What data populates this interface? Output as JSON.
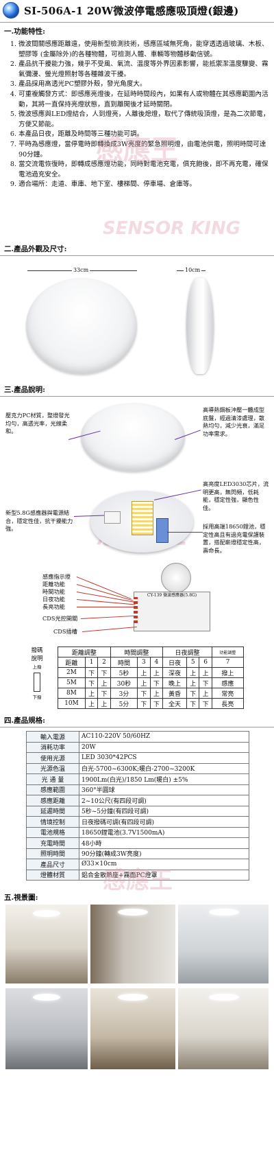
{
  "header": {
    "title": "SI-506A-1 20W微波停電感應吸頂燈(銀邊)"
  },
  "sections": {
    "features": "一.功能特性:",
    "appearance": "二.產品外觀及尺寸:",
    "description": "三.產品說明:",
    "specs": "四.產品規格:",
    "scenes": "五.視景圖:"
  },
  "features": [
    {
      "n": "1.",
      "t": "微波間關感應距離遠，使用新型檢測技術，感應區域無死角，能穿透透過玻璃、木板、塑膠等 (金屬除外)的各種物體，可檢測人體、車輛等物體移動信號。"
    },
    {
      "n": "2.",
      "t": "產品抗干擾能力強，幾乎不受風、氣流、溫度等外界因素影響，能抵禦潔溫度驟變、霧氣彌漫、螢光燈照射等各種雜波干擾。"
    },
    {
      "n": "3.",
      "t": "產品採用高透光PC塑膠外殼，發光角度大。"
    },
    {
      "n": "4.",
      "t": "可重複觸發方式：即感應亮燈後，在延時時間段內，如果有人或物體在其感應範圍內活動，其將一直保持亮燈狀態，直到離開後才延時關閉。"
    },
    {
      "n": "5.",
      "t": "微波感應與LED燈結合，人到燈亮，人離後熄燈，取代了傳統吸頂燈，是為二次節電，方便又節能。"
    },
    {
      "n": "6.",
      "t": "本產品日夜，距離及時間等三種功能可調。"
    },
    {
      "n": "7.",
      "t": "平時為感應燈，當停電時即轉換成3W亮度的緊急照明燈，由電池供電，照明時間可達90分鐘。"
    },
    {
      "n": "8.",
      "t": "當交流電恢復時，即轉成感應燈功能，同時對電池充電，俱充飽後，即不再充電，確保電池過充安全。"
    },
    {
      "n": "9.",
      "t": "適合場所：走道、車庫、地下室、樓梯間、停車場、倉庫等。"
    }
  ],
  "watermark": {
    "cn": "感應王",
    "en": "SENSOR KING"
  },
  "dimensions": {
    "width": "33cm",
    "height": "10cm"
  },
  "description": {
    "left1": "壓克力PC材質，整燈發光均勻，高透光率，光線柔和。",
    "right1": "高導熱鋼板沖壓一體成型底盤，經過清漆處理，散熱均勻，減少光衰，滿足功率需求。",
    "right2": "高亮度LED3030芯片，流明更高，無閃頻，低耗能，穩定性強，顯色性佳。",
    "left2": "新型5.8G感應器與電源結合，隱定性佳，抗干擾能力強。",
    "right3": "採用高端18650鋰池，穩定性高且有過充電保護裝置，搭配嶄燈穩定性高，壽命長。",
    "labels": [
      "感應指示燈",
      "距離功能",
      "時間功能",
      "日夜功能",
      "長亮功能",
      "CDS光控開關",
      "CDS插槽"
    ],
    "module_label": "CY-139 微波感應器(5.8G)"
  },
  "switch_table": {
    "side": [
      "撥碼",
      "說明",
      "上撥",
      "下撥"
    ],
    "groups": [
      "距離調整",
      "時間調整",
      "日夜調整",
      "功能調整"
    ],
    "head": [
      "距離",
      "1",
      "2",
      "時間",
      "3",
      "4",
      "日夜",
      "5",
      "6",
      "7"
    ],
    "rows": [
      [
        "2M",
        "下",
        "下",
        "5秒",
        "上",
        "上",
        "深夜",
        "上",
        "上",
        "撥上"
      ],
      [
        "5M",
        "下",
        "上",
        "30秒",
        "上",
        "下",
        "晚上",
        "上",
        "下",
        "感應"
      ],
      [
        "8M",
        "上",
        "下",
        "3分",
        "下",
        "上",
        "黃昏",
        "下",
        "上",
        "常亮"
      ],
      [
        "10M",
        "上",
        "上",
        "5分",
        "下",
        "下",
        "全天",
        "下",
        "下",
        "長亮"
      ]
    ]
  },
  "specs": [
    [
      "輸入電源",
      "AC110-220V  50/60HZ"
    ],
    [
      "消耗功率",
      "20W"
    ],
    [
      "使用光源",
      "LED 3030*42PCS"
    ],
    [
      "光源色溫",
      "白光-5700~6300K;暖白-2700~3200K"
    ],
    [
      "光 通 量",
      "1900Lm(白光)/1850 Lm(暖白) ±5%"
    ],
    [
      "感應範圍",
      "360°半圓球"
    ],
    [
      "感應距離",
      "2~10公尺(有四段可調)"
    ],
    [
      "延遲時間",
      "5秒~5分鐘(有四段可調)"
    ],
    [
      "情境控制",
      "日夜撥碼可調(有四段可調)"
    ],
    [
      "電池規格",
      "18650鋰電池(3.7V1500mA)"
    ],
    [
      "充電時間",
      "48小時"
    ],
    [
      "照明時間",
      "90分鐘(轉成3W亮度)"
    ],
    [
      "產品尺寸",
      "Ø33×10cm"
    ],
    [
      "燈體材質",
      "鋁合金散熱座+霧面PC燈罩"
    ]
  ],
  "colors": {
    "accent": "#6a2aa0",
    "header_cell": "#eef3f8"
  }
}
